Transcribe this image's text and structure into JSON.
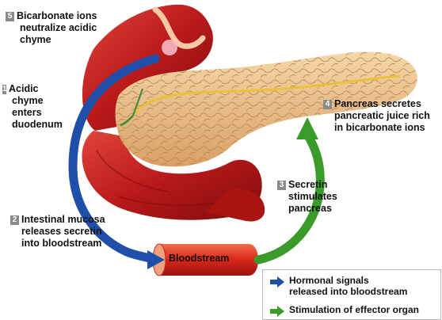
{
  "labels": {
    "step5": {
      "num": "5",
      "lines": [
        "Bicarbonate ions",
        "neutralize acidic",
        "chyme"
      ]
    },
    "step1": {
      "num": "1",
      "lines": [
        "Acidic",
        "chyme",
        "enters",
        "duodenum"
      ]
    },
    "step4": {
      "num": "4",
      "lines": [
        "Pancreas secretes",
        "pancreatic juice rich",
        "in bicarbonate ions"
      ]
    },
    "step3": {
      "num": "3",
      "lines": [
        "Secretin",
        "stimulates",
        "pancreas"
      ]
    },
    "step2": {
      "num": "2",
      "lines": [
        "Intestinal mucosa",
        "releases secretin",
        "into bloodstream"
      ]
    }
  },
  "bloodstream": "Bloodstream",
  "legend": [
    {
      "text_lines": [
        "Hormonal signals",
        "released into bloodstream"
      ],
      "color": "#1f4fa8",
      "icon": "blue-arrow-icon"
    },
    {
      "text_lines": [
        "Stimulation of effector organ"
      ],
      "color": "#3a9a2a",
      "icon": "green-arrow-icon"
    }
  ],
  "colors": {
    "hormonal": "#1f4fa8",
    "stimulation": "#3a9a2a",
    "tissue": "#c0201c",
    "pancreas": "#e8c08a"
  }
}
